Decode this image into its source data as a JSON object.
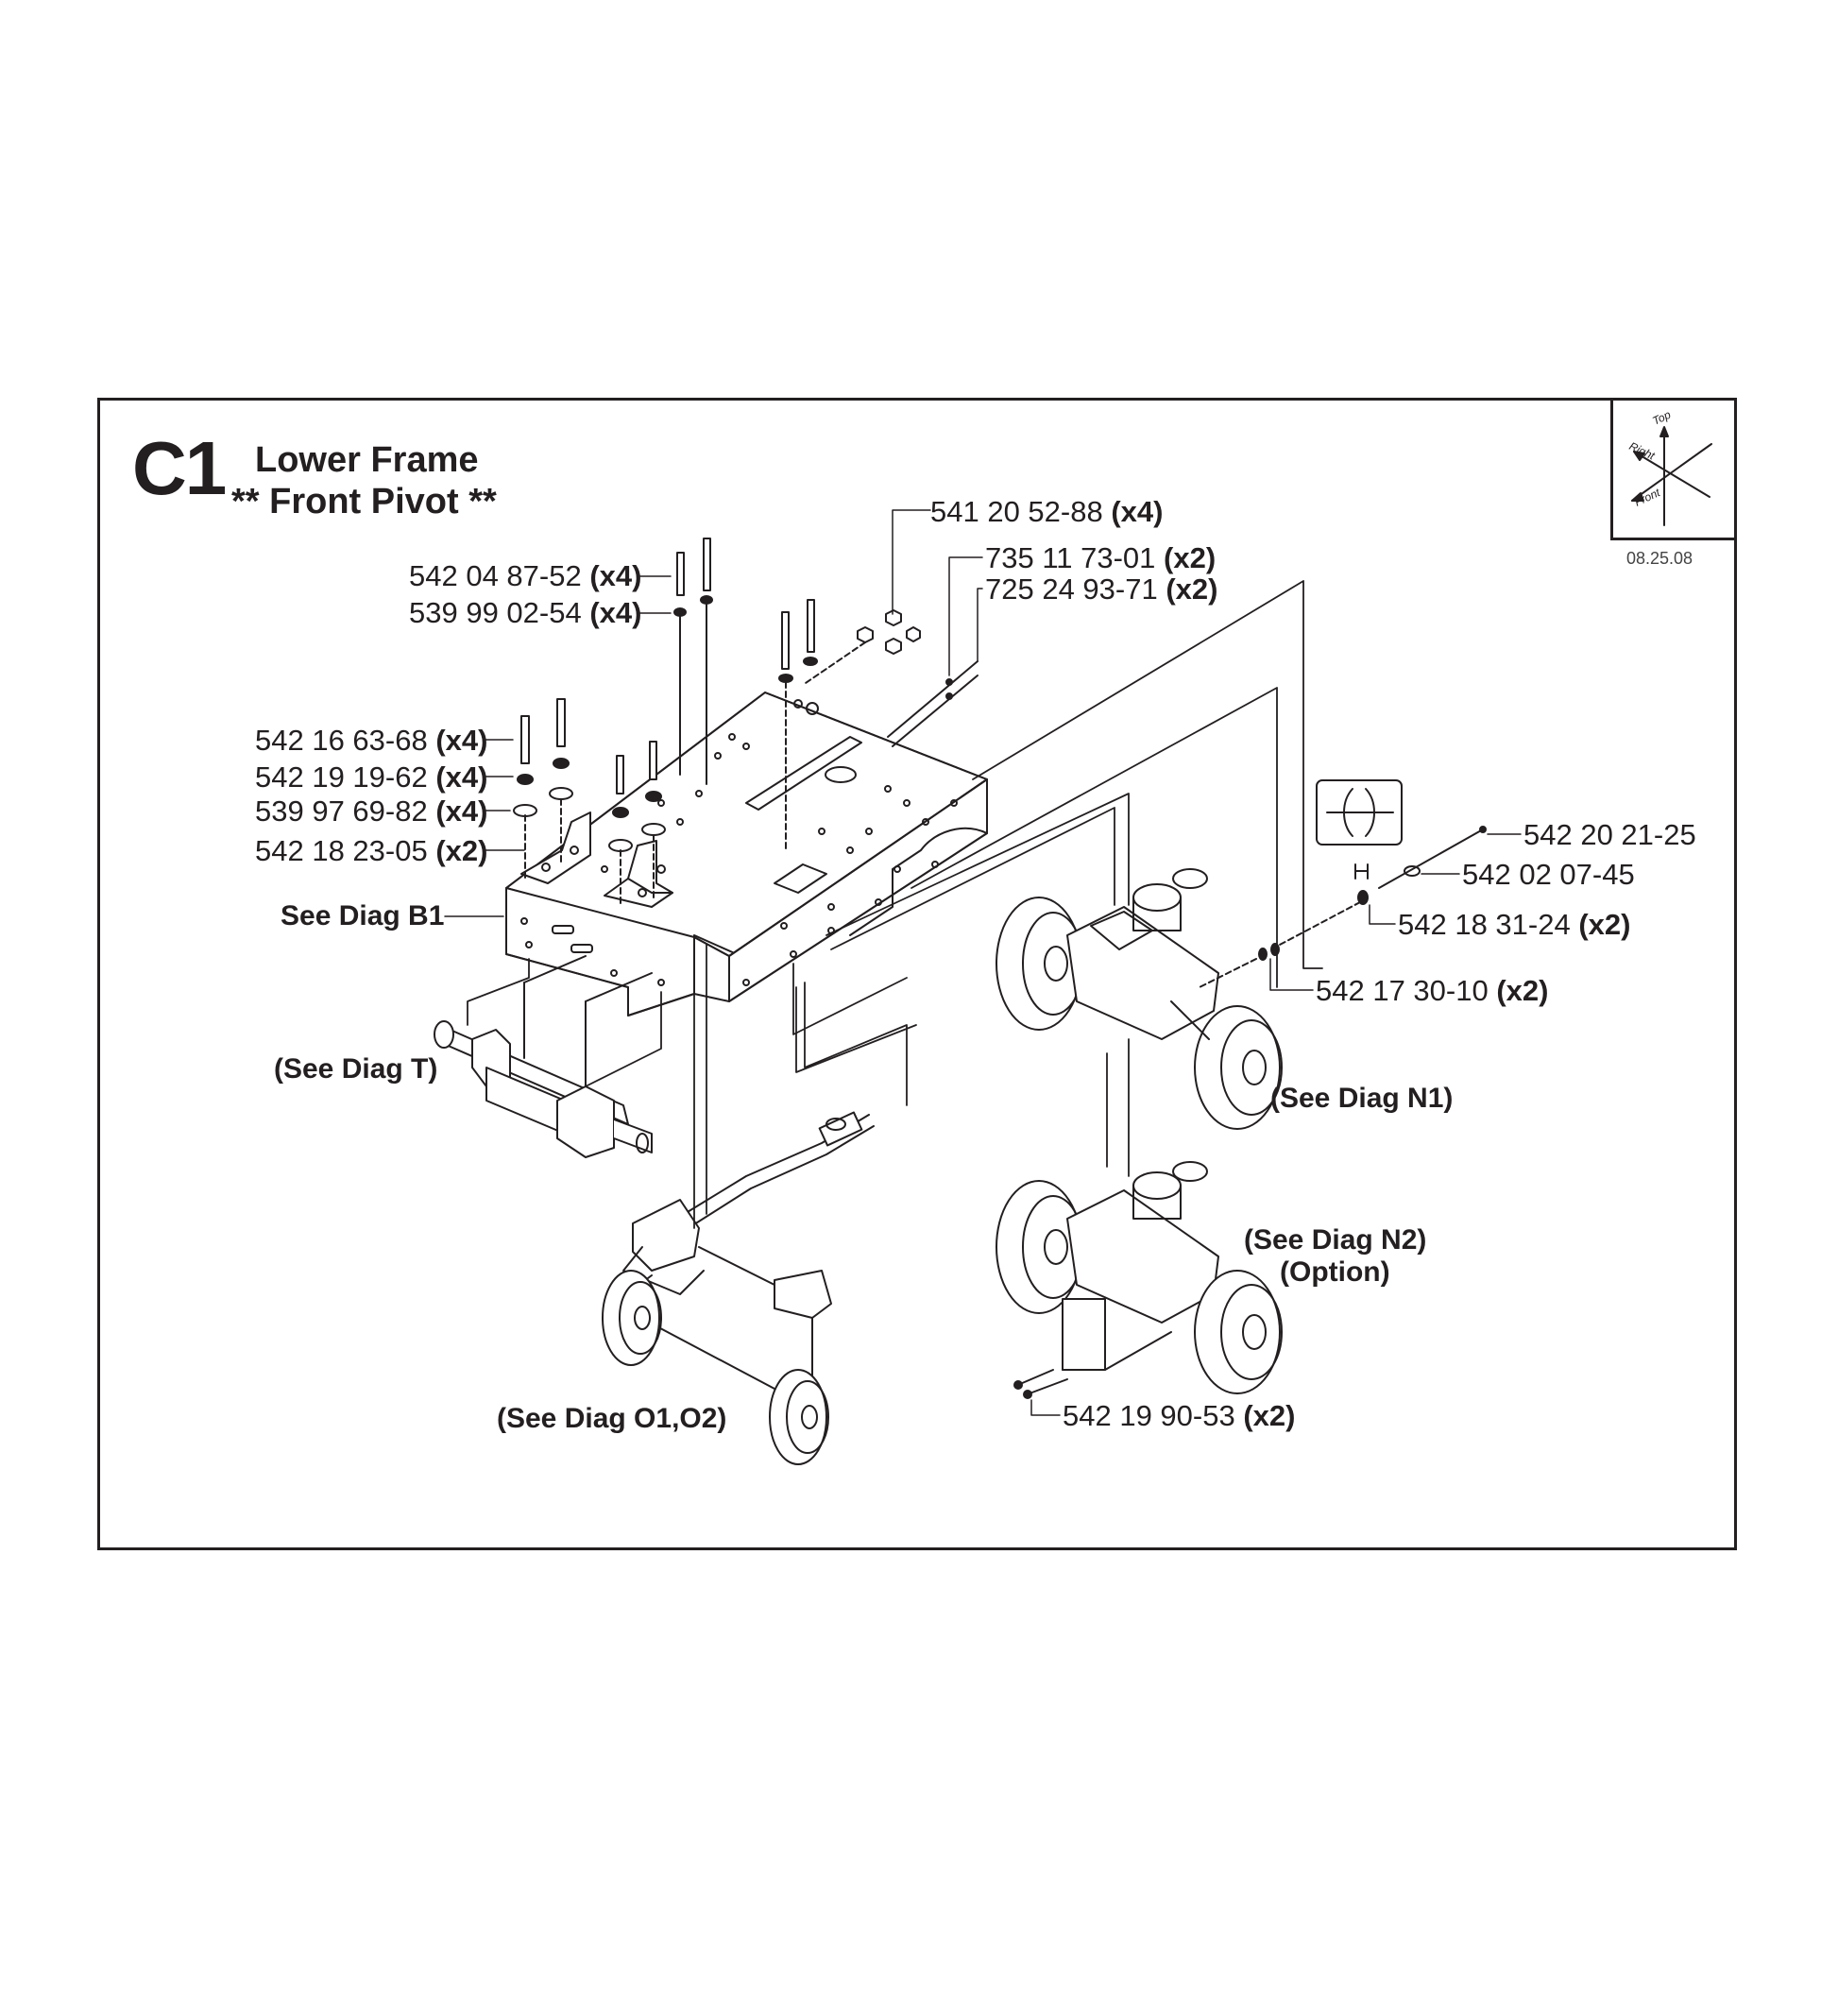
{
  "header": {
    "code": "C1",
    "title_line1": "Lower Frame",
    "title_line2": "** Front Pivot **",
    "date": "08.25.08"
  },
  "compass": {
    "top": "Top",
    "right": "Right",
    "front": "Front"
  },
  "parts": [
    {
      "id": "p1",
      "number": "541 20 52-88",
      "qty": "(x4)"
    },
    {
      "id": "p2",
      "number": "542 04 87-52",
      "qty": "(x4)"
    },
    {
      "id": "p3",
      "number": "539 99 02-54",
      "qty": "(x4)"
    },
    {
      "id": "p4",
      "number": "735 11 73-01",
      "qty": "(x2)"
    },
    {
      "id": "p5",
      "number": "725 24 93-71",
      "qty": "(x2)"
    },
    {
      "id": "p6",
      "number": "542 16 63-68",
      "qty": "(x4)"
    },
    {
      "id": "p7",
      "number": "542 19 19-62",
      "qty": "(x4)"
    },
    {
      "id": "p8",
      "number": "539 97 69-82",
      "qty": "(x4)"
    },
    {
      "id": "p9",
      "number": "542 18 23-05",
      "qty": "(x2)"
    },
    {
      "id": "p10",
      "number": "542 20 21-25",
      "qty": ""
    },
    {
      "id": "p11",
      "number": "542 02 07-45",
      "qty": ""
    },
    {
      "id": "p12",
      "number": "542 18 31-24",
      "qty": "(x2)"
    },
    {
      "id": "p13",
      "number": "542 17 30-10",
      "qty": "(x2)"
    },
    {
      "id": "p14",
      "number": "542 19 90-53",
      "qty": "(x2)"
    }
  ],
  "references": {
    "b1": "See Diag B1",
    "t": "(See Diag T)",
    "n1": "(See Diag N1)",
    "n2": "(See Diag N2)",
    "n2_option": "(Option)",
    "o1o2": "(See Diag O1,O2)"
  }
}
